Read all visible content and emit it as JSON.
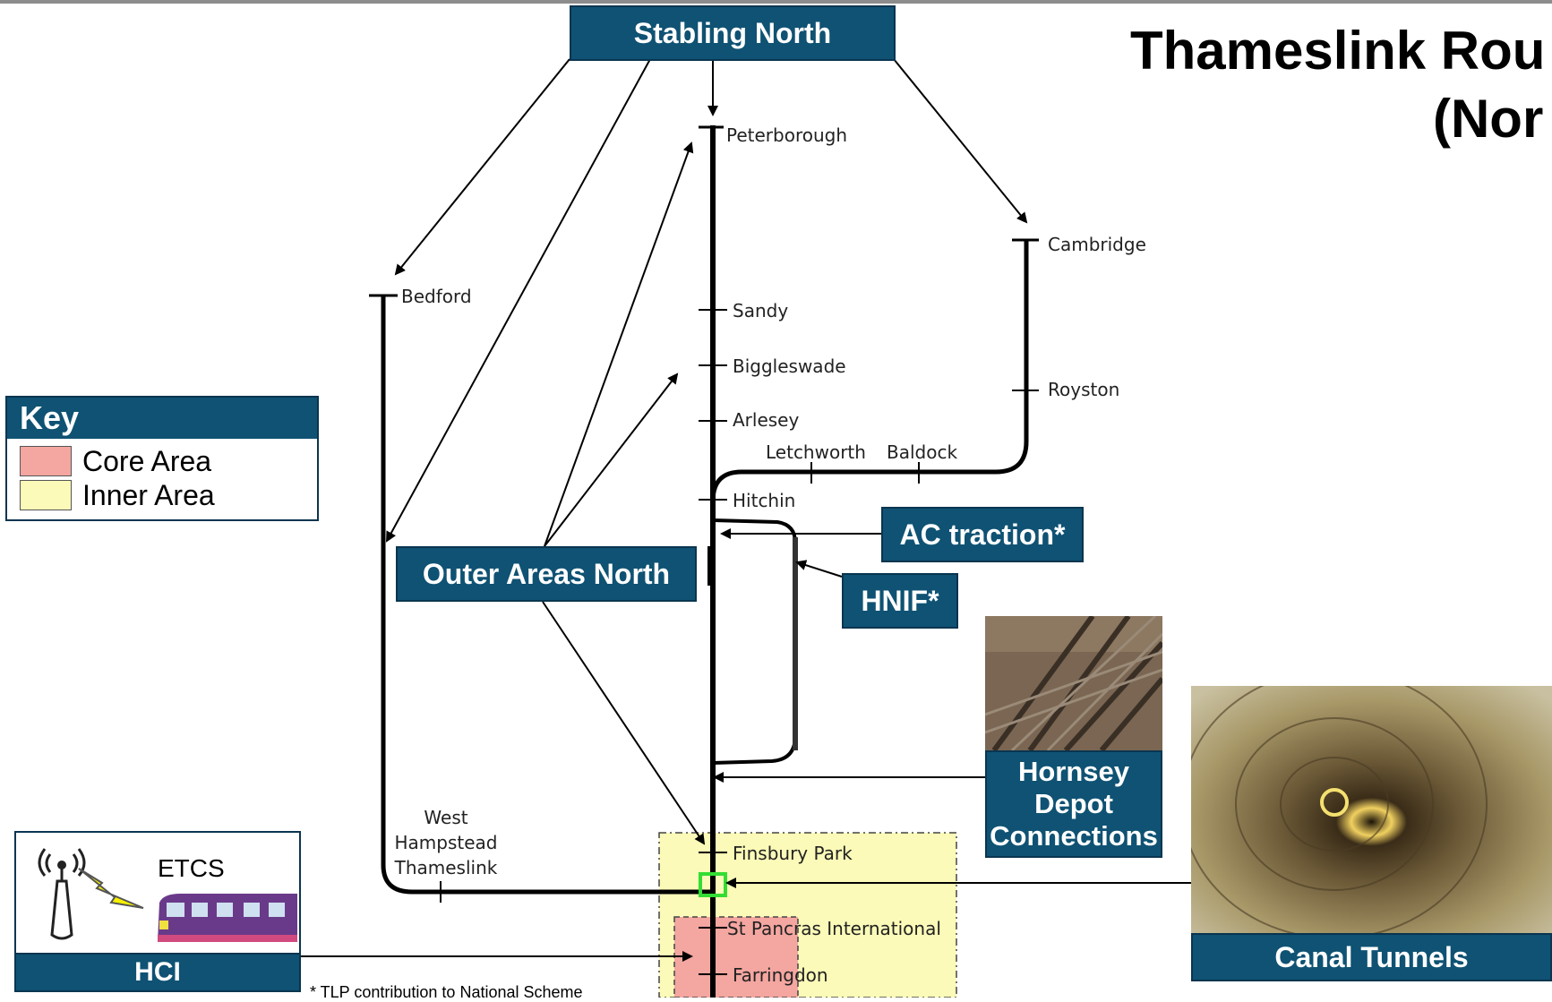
{
  "title": {
    "line1": "Thameslink Rou",
    "line2": "(Nor"
  },
  "boxes": {
    "stabling_north": "Stabling North",
    "outer_areas_north": "Outer Areas North",
    "ac_traction": "AC traction*",
    "hnif": "HNIF*",
    "hornsey": "Hornsey Depot Connections",
    "canal_tunnels": "Canal Tunnels",
    "hci": "HCI"
  },
  "key": {
    "heading": "Key",
    "items": [
      {
        "label": "Core Area",
        "color": "#f4a6a0"
      },
      {
        "label": "Inner Area",
        "color": "#fbfab8"
      }
    ]
  },
  "stations": {
    "peterborough": "Peterborough",
    "cambridge": "Cambridge",
    "bedford": "Bedford",
    "sandy": "Sandy",
    "biggleswade": "Biggleswade",
    "arlesey": "Arlesey",
    "royston": "Royston",
    "letchworth": "Letchworth",
    "baldock": "Baldock",
    "hitchin": "Hitchin",
    "west_hampstead_1": "West",
    "west_hampstead_2": "Hampstead",
    "west_hampstead_3": "Thameslink",
    "finsbury_park": "Finsbury Park",
    "st_pancras": "St Pancras International",
    "farringdon": "Farringdon"
  },
  "etcs_label": "ETCS",
  "footnote": "* TLP contribution to National Scheme",
  "colors": {
    "box_fill": "#0f5273",
    "core_area": "#f4a6a0",
    "inner_area": "#fbfab8",
    "junction_marker": "#33dd33"
  }
}
